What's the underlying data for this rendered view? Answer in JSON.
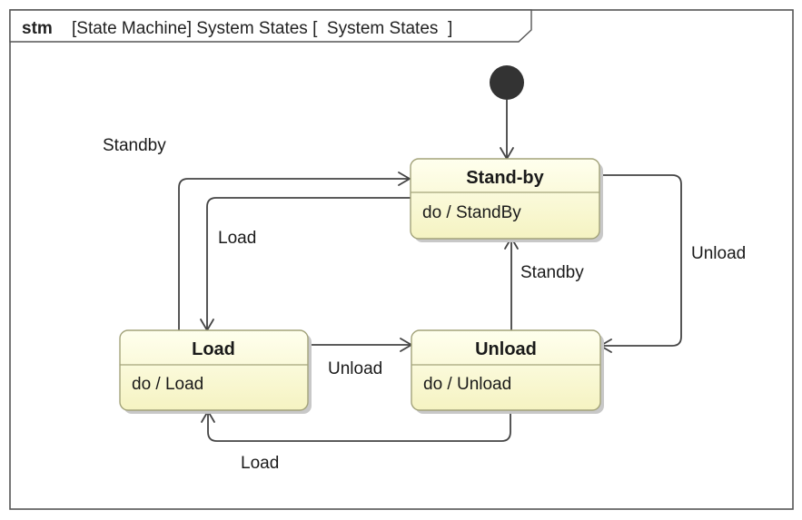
{
  "frame": {
    "kind": "stm",
    "header": "[State Machine] System States [  System States  ]"
  },
  "states": {
    "standby": {
      "name": "Stand-by",
      "activity": "do / StandBy"
    },
    "load": {
      "name": "Load",
      "activity": "do / Load"
    },
    "unload": {
      "name": "Unload",
      "activity": "do / Unload"
    }
  },
  "transitions": {
    "load_to_standby": "Standby",
    "standby_to_load": "Load",
    "standby_to_unload": "Unload",
    "unload_to_standby": "Standby",
    "load_to_unload": "Unload",
    "unload_to_load": "Load"
  },
  "colors": {
    "state_fill_top": "#ffffee",
    "state_fill_bottom": "#f5f3c2",
    "state_border": "#a3a37a",
    "line": "#444444"
  }
}
